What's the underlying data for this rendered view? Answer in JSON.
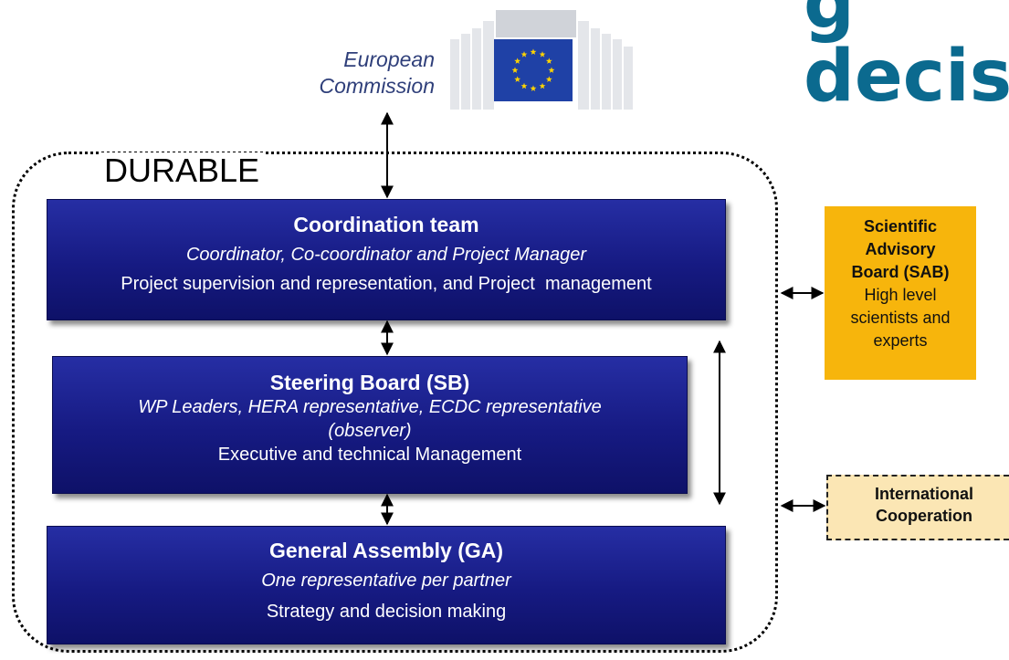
{
  "headline_fragment": "g\ndecisi",
  "commission": {
    "line1": "European",
    "line2": "Commission"
  },
  "frame_label": "DURABLE",
  "boxes": {
    "coordination": {
      "title": "Coordination team",
      "members": "Coordinator, Co-coordinator and Project Manager",
      "role": "Project supervision and representation, and Project  management"
    },
    "steering": {
      "title": "Steering Board (SB)",
      "members_line1": "WP Leaders, HERA representative, ECDC representative",
      "members_line2": "(observer)",
      "role": "Executive and technical Management"
    },
    "assembly": {
      "title": "General Assembly (GA)",
      "members": "One representative per partner",
      "role": "Strategy and decision making"
    }
  },
  "sab": {
    "line1": "Scientific",
    "line2": "Advisory",
    "line3": "Board (SAB)",
    "line4": "High level",
    "line5": "scientists and",
    "line6": "experts"
  },
  "international": {
    "line1": "International",
    "line2": "Cooperation"
  },
  "colors": {
    "box_navy": "#1a1f8c",
    "sab_gold": "#f7b50c",
    "ic_cream": "#fbe6b4",
    "headline_teal": "#0b6a8f",
    "ec_blue": "#1f41a6"
  }
}
